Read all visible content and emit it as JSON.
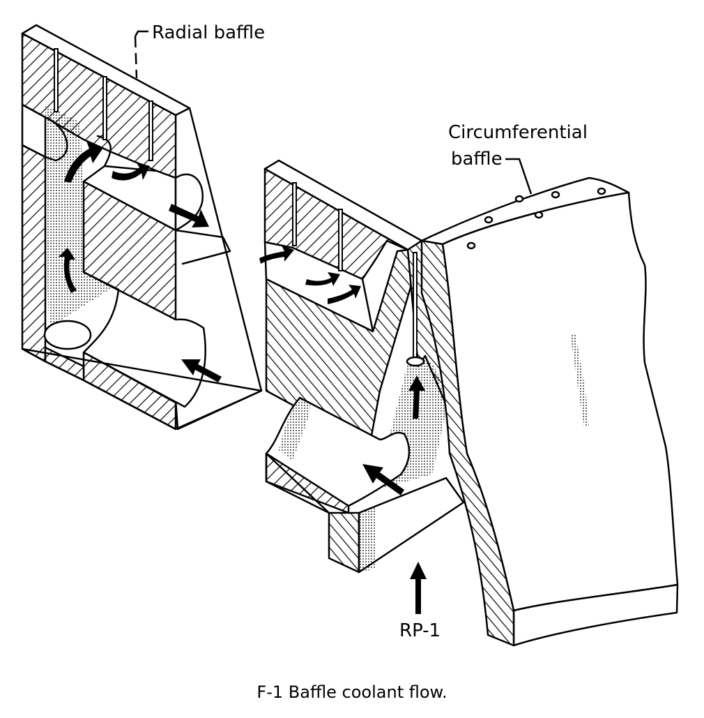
{
  "figure": {
    "caption": "F-1 Baffle coolant flow.",
    "labels": {
      "radial_baffle": "Radial baffle",
      "circumferential_baffle_line1": "Circumferential",
      "circumferential_baffle_line2": "baffle",
      "fuel_inlet": "RP-1"
    },
    "components": [
      {
        "id": "radial-baffle-section",
        "description": "Cutaway of radial baffle showing coolant passages and flow arrows"
      },
      {
        "id": "junction-section",
        "description": "Cutaway of baffle junction with RP-1 inlet passage"
      },
      {
        "id": "circumferential-baffle-section",
        "description": "Curved circumferential baffle segment with surface holes"
      }
    ],
    "flow_arrow_count": 11,
    "circumferential_hole_count": 6,
    "colors": {
      "ink": "#000000",
      "paper": "#ffffff"
    }
  }
}
